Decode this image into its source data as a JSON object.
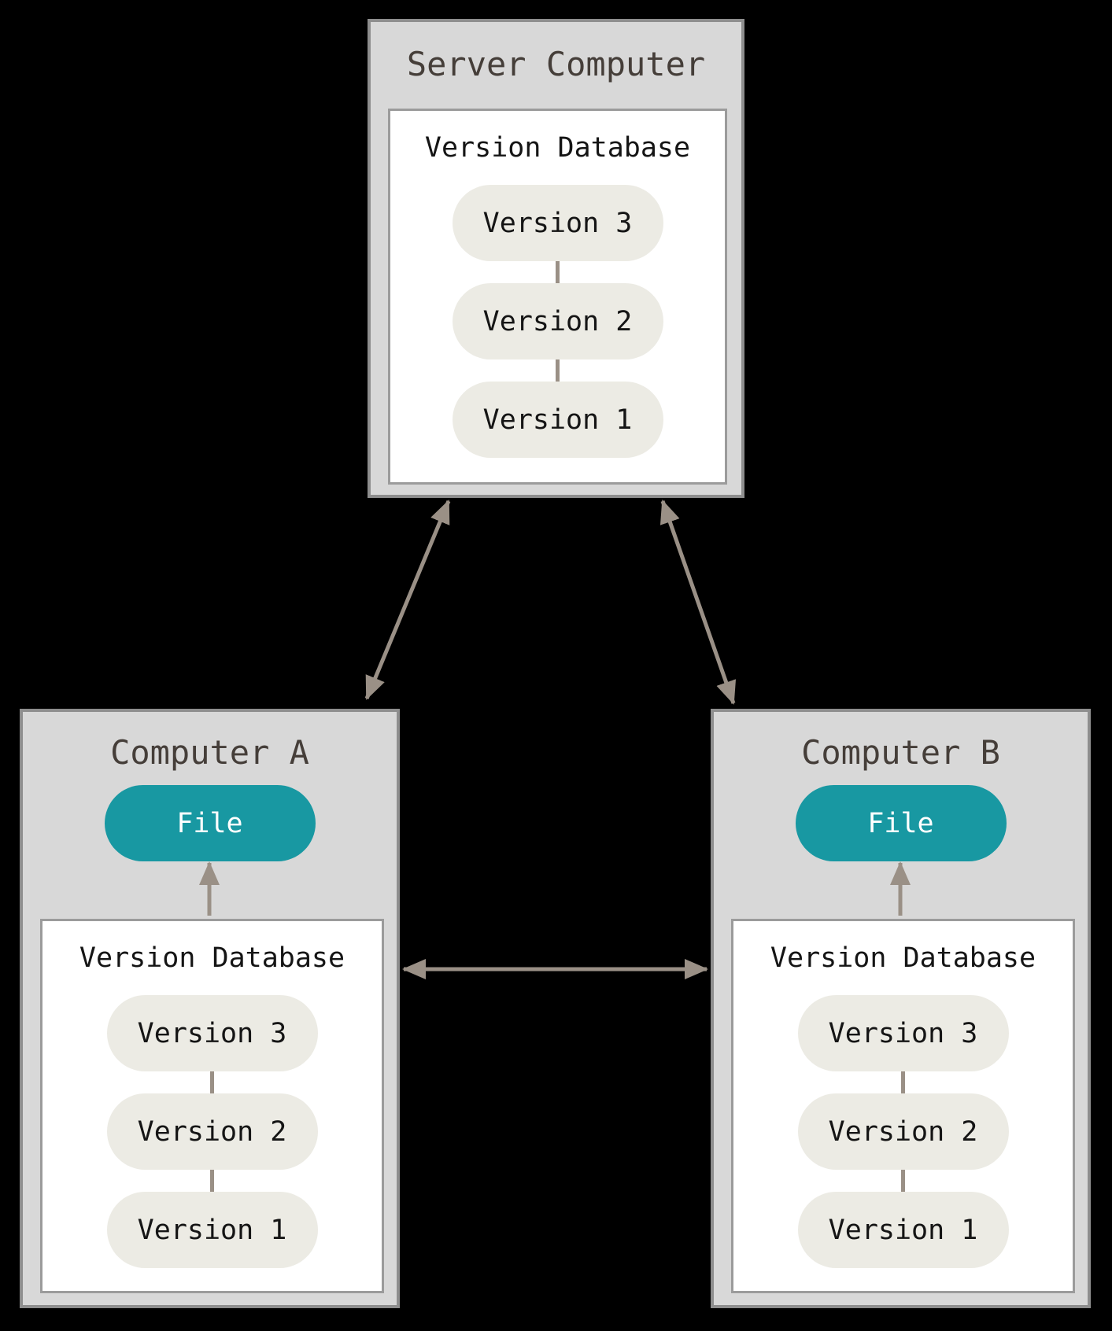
{
  "page": {
    "background": "#000000",
    "description": "Distributed version control diagram: a server computer and two client computers, each holding a version database, connected by double-headed arrows"
  },
  "colors": {
    "box_fill": "#D8D8D8",
    "box_border": "#8E8E8E",
    "inner_fill": "#FFFFFF",
    "inner_border": "#9B9B9B",
    "title_text": "#453E39",
    "body_text": "#151515",
    "pill_fill": "#ECEBE4",
    "file_fill": "#1898A2",
    "file_text": "#FFFFFF",
    "arrow": "#9A9086",
    "page_bg": "#000000"
  },
  "server": {
    "title": "Server Computer",
    "database": {
      "title": "Version Database",
      "versions": [
        "Version 3",
        "Version 2",
        "Version 1"
      ]
    }
  },
  "computer_a": {
    "title": "Computer A",
    "file_label": "File",
    "database": {
      "title": "Version Database",
      "versions": [
        "Version 3",
        "Version 2",
        "Version 1"
      ]
    }
  },
  "computer_b": {
    "title": "Computer B",
    "file_label": "File",
    "database": {
      "title": "Version Database",
      "versions": [
        "Version 3",
        "Version 2",
        "Version 1"
      ]
    }
  }
}
